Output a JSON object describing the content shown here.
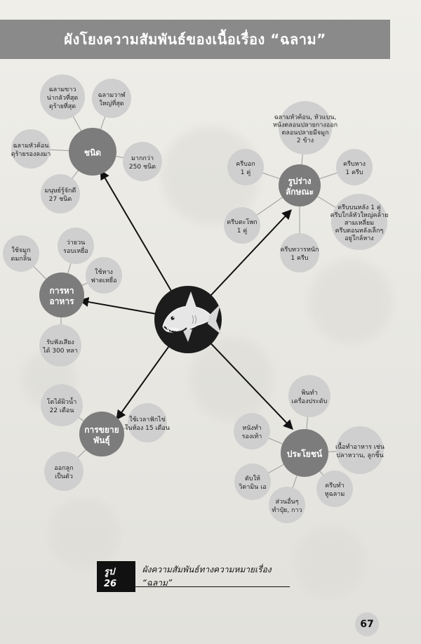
{
  "title": "ผังโยงความสัมพันธ์ของเนื้อเรื่อง “ฉลาม”",
  "colors": {
    "hub": "#7c7c7c",
    "leaf": "#cfcfcf",
    "center": "#1c1c1c",
    "title_bar": "#8a8a8a"
  },
  "center": {
    "icon": "shark-icon"
  },
  "hubs": {
    "kind": {
      "label": [
        "ชนิด"
      ],
      "leaves": [
        [
          "ฉลามขาว",
          "น่ากลัวที่สุด",
          "ดุร้ายที่สุด"
        ],
        [
          "ฉลามวาฬ",
          "ใหญ่ที่สุด"
        ],
        [
          "มากกว่า",
          "250 ชนิด"
        ],
        [
          "มนุษย์รู้จักดี",
          "27 ชนิด"
        ],
        [
          "ฉลามหัวค้อน",
          "ดุร้ายรองลงมา"
        ]
      ]
    },
    "shape": {
      "label": [
        "รูปร่าง",
        "ลักษณะ"
      ],
      "leaves": [
        [
          "ฉลามหัวค้อน, หัวแบน,",
          "หนังตลอนปลายกางออก",
          "ตลอนปลายมีจมูก",
          "2 ข้าง"
        ],
        [
          "ครีบหาง",
          "1 ครีบ"
        ],
        [
          "ครีบบนหลัง 1 คู่",
          "ครีบใกล้หัวใหญ่คล้าย",
          "สามเหลี่ยม",
          "ครีบตอนหลังเล็กๆ",
          "อยู่ใกล้หาง"
        ],
        [
          "ครีบทวารหนัก",
          "1 ครีบ"
        ],
        [
          "ครีบตะโพก",
          "1 คู่"
        ],
        [
          "ครีบอก",
          "1 คู่"
        ]
      ]
    },
    "food": {
      "label": [
        "การหา",
        "อาหาร"
      ],
      "leaves": [
        [
          "ใช้จมูก",
          "ดมกลิ่น"
        ],
        [
          "ว่ายวน",
          "รอบเหยื่อ"
        ],
        [
          "ใช้หาง",
          "ฟาดเหยื่อ"
        ],
        [
          "รับฟังเสียง",
          "ได้ 300 หลา"
        ]
      ]
    },
    "breeding": {
      "label": [
        "การขยาย",
        "พันธุ์"
      ],
      "leaves": [
        [
          "โตได้ผิวน้ำ",
          "22 เดือน"
        ],
        [
          "ใช้เวลาฟักไข่",
          "ในท้อง 15 เดือน"
        ],
        [
          "ออกลูก",
          "เป็นตัว"
        ]
      ]
    },
    "benefit": {
      "label": [
        "ประโยชน์"
      ],
      "leaves": [
        [
          "พินทำ",
          "เครื่องประดับ"
        ],
        [
          "หนังทำ",
          "รองเท้า"
        ],
        [
          "เนื้อทำอาหาร เช่น",
          "ปลาหวาน, ลูกชิ้น"
        ],
        [
          "ตับให้",
          "วิตามิน เอ"
        ],
        [
          "ส่วนอื่นๆ",
          "ทำปุ๋ย, กาว"
        ],
        [
          "ครีบทำ",
          "หูฉลาม"
        ]
      ]
    }
  },
  "caption": {
    "tag": "รูป 26",
    "text": "ผังความสัมพันธ์ทางความหมายเรื่อง “ฉลาม”"
  },
  "page_number": "67"
}
